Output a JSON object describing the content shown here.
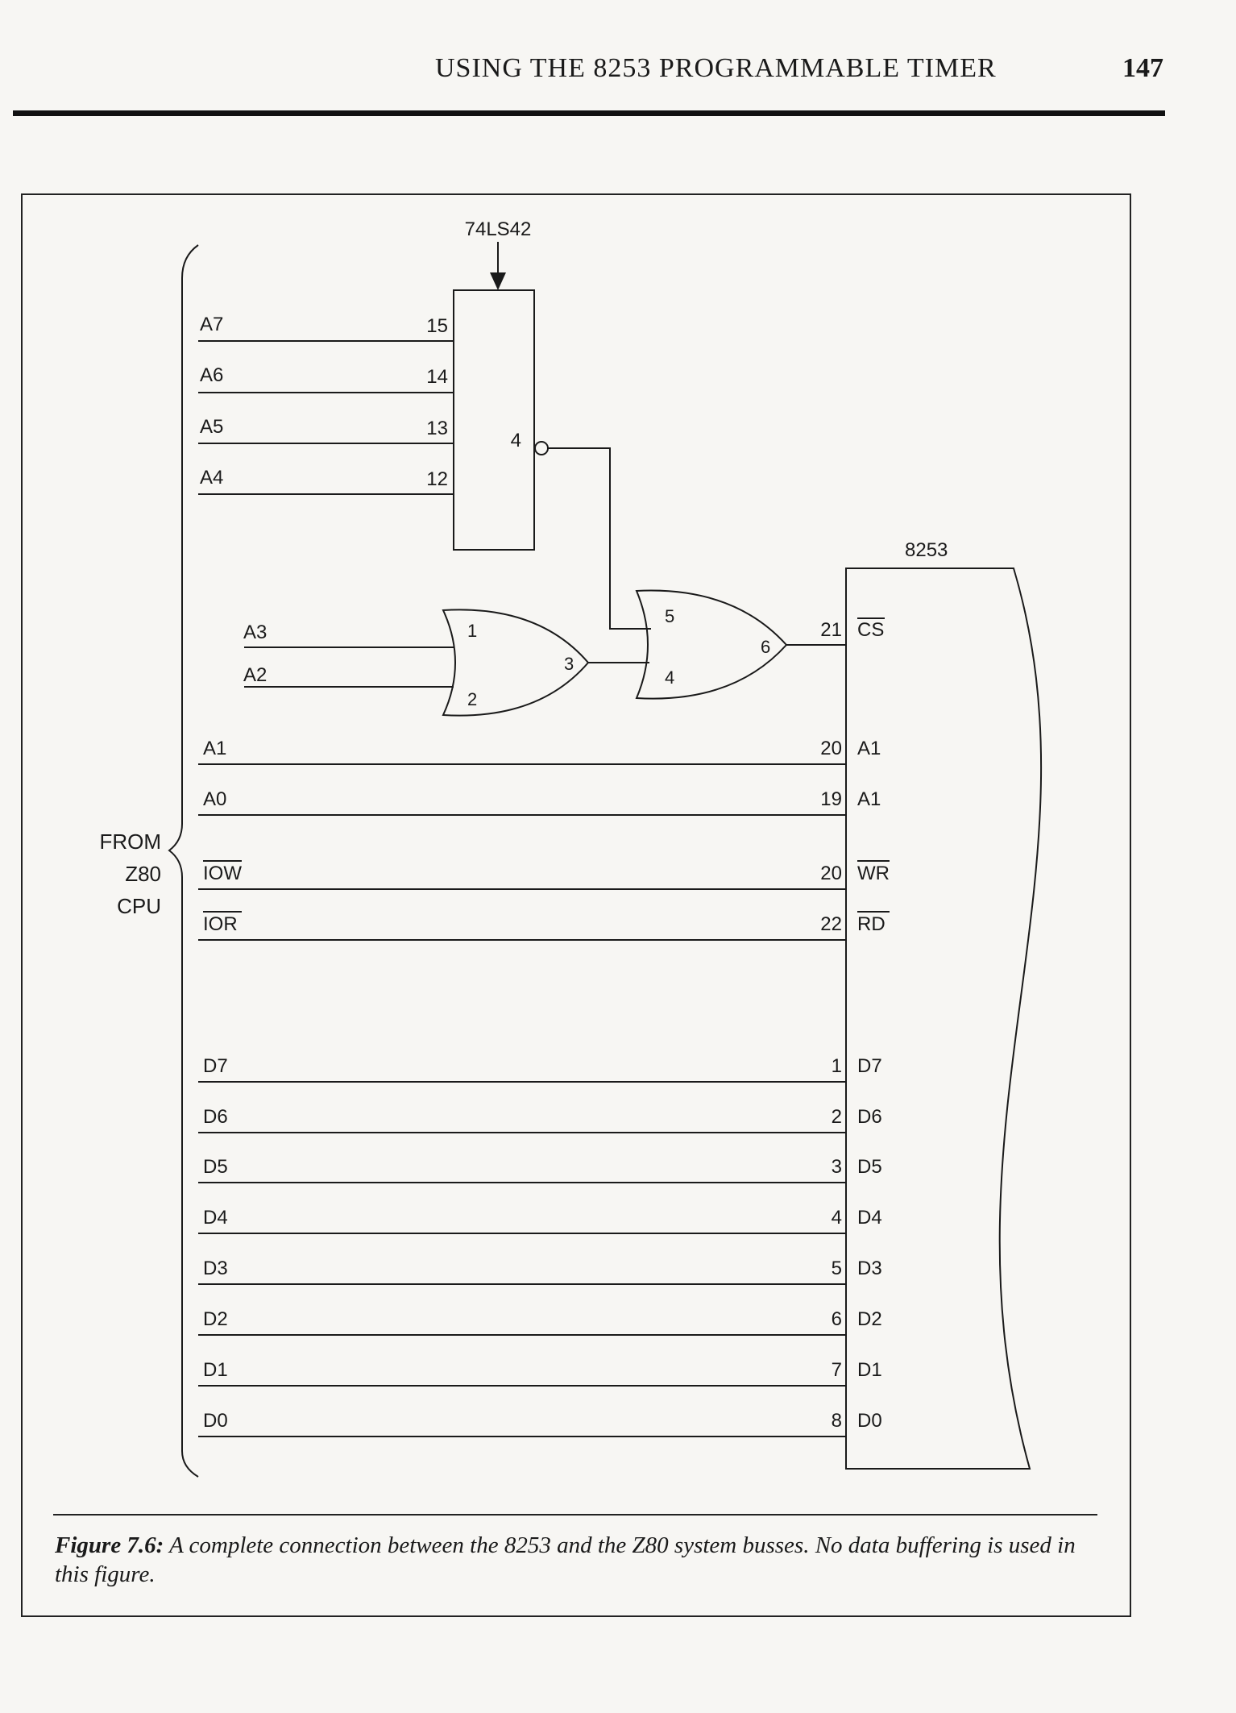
{
  "header": {
    "running_title": "USING THE 8253 PROGRAMMABLE TIMER",
    "page_number": "147"
  },
  "diagram": {
    "decoder": {
      "label": "74LS42",
      "input_pins": [
        "15",
        "14",
        "13",
        "12"
      ],
      "output_pin": "4"
    },
    "address_high": [
      "A7",
      "A6",
      "A5",
      "A4"
    ],
    "or_gate": {
      "inputs": [
        "A3",
        "A2"
      ],
      "pin_in_1": "1",
      "pin_in_2": "2",
      "pin_out": "3"
    },
    "or_gate_2": {
      "pin_in_1": "5",
      "pin_in_2": "4",
      "pin_out": "6"
    },
    "chip": {
      "label": "8253",
      "cs_pin": "21",
      "cs_name": "CS"
    },
    "source": {
      "line1": "FROM",
      "line2": "Z80",
      "line3": "CPU"
    },
    "signals": [
      {
        "src": "A1",
        "src_bar": false,
        "pin": "20",
        "dst": "A1",
        "dst_bar": false
      },
      {
        "src": "A0",
        "src_bar": false,
        "pin": "19",
        "dst": "A1",
        "dst_bar": false
      },
      {
        "src": "IOW",
        "src_bar": true,
        "pin": "20",
        "dst": "WR",
        "dst_bar": true
      },
      {
        "src": "IOR",
        "src_bar": true,
        "pin": "22",
        "dst": "RD",
        "dst_bar": true
      },
      {
        "src": "D7",
        "src_bar": false,
        "pin": "1",
        "dst": "D7",
        "dst_bar": false
      },
      {
        "src": "D6",
        "src_bar": false,
        "pin": "2",
        "dst": "D6",
        "dst_bar": false
      },
      {
        "src": "D5",
        "src_bar": false,
        "pin": "3",
        "dst": "D5",
        "dst_bar": false
      },
      {
        "src": "D4",
        "src_bar": false,
        "pin": "4",
        "dst": "D4",
        "dst_bar": false
      },
      {
        "src": "D3",
        "src_bar": false,
        "pin": "5",
        "dst": "D3",
        "dst_bar": false
      },
      {
        "src": "D2",
        "src_bar": false,
        "pin": "6",
        "dst": "D2",
        "dst_bar": false
      },
      {
        "src": "D1",
        "src_bar": false,
        "pin": "7",
        "dst": "D1",
        "dst_bar": false
      },
      {
        "src": "D0",
        "src_bar": false,
        "pin": "8",
        "dst": "D0",
        "dst_bar": false
      }
    ]
  },
  "caption": {
    "label": "Figure 7.6:",
    "text": " A complete connection between the 8253 and the Z80 system busses. No data buffering is used in this figure."
  }
}
